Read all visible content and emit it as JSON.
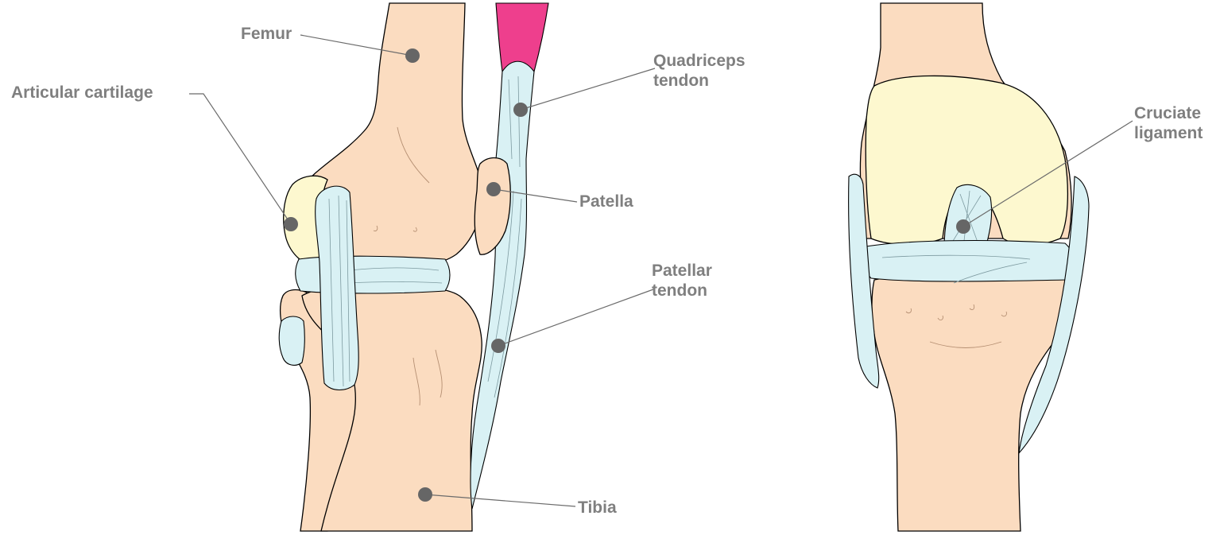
{
  "labels": {
    "femur": "Femur",
    "articular_cartilage": "Articular cartilage",
    "quadriceps_tendon": [
      "Quadriceps",
      "tendon"
    ],
    "patella": "Patella",
    "patellar_tendon": [
      "Patellar",
      "tendon"
    ],
    "tibia": "Tibia",
    "cruciate_ligament": [
      "Cruciate",
      "ligament"
    ]
  },
  "colors": {
    "bone": "#fbdcc0",
    "bone_outline": "#000000",
    "cartilage": "#fdf8cf",
    "ligament": "#d9f1f4",
    "muscle": "#ee3f8d",
    "leader_line": "#6b6b6b",
    "marker_dot": "#666666",
    "label_text": "#7f7f7f"
  }
}
